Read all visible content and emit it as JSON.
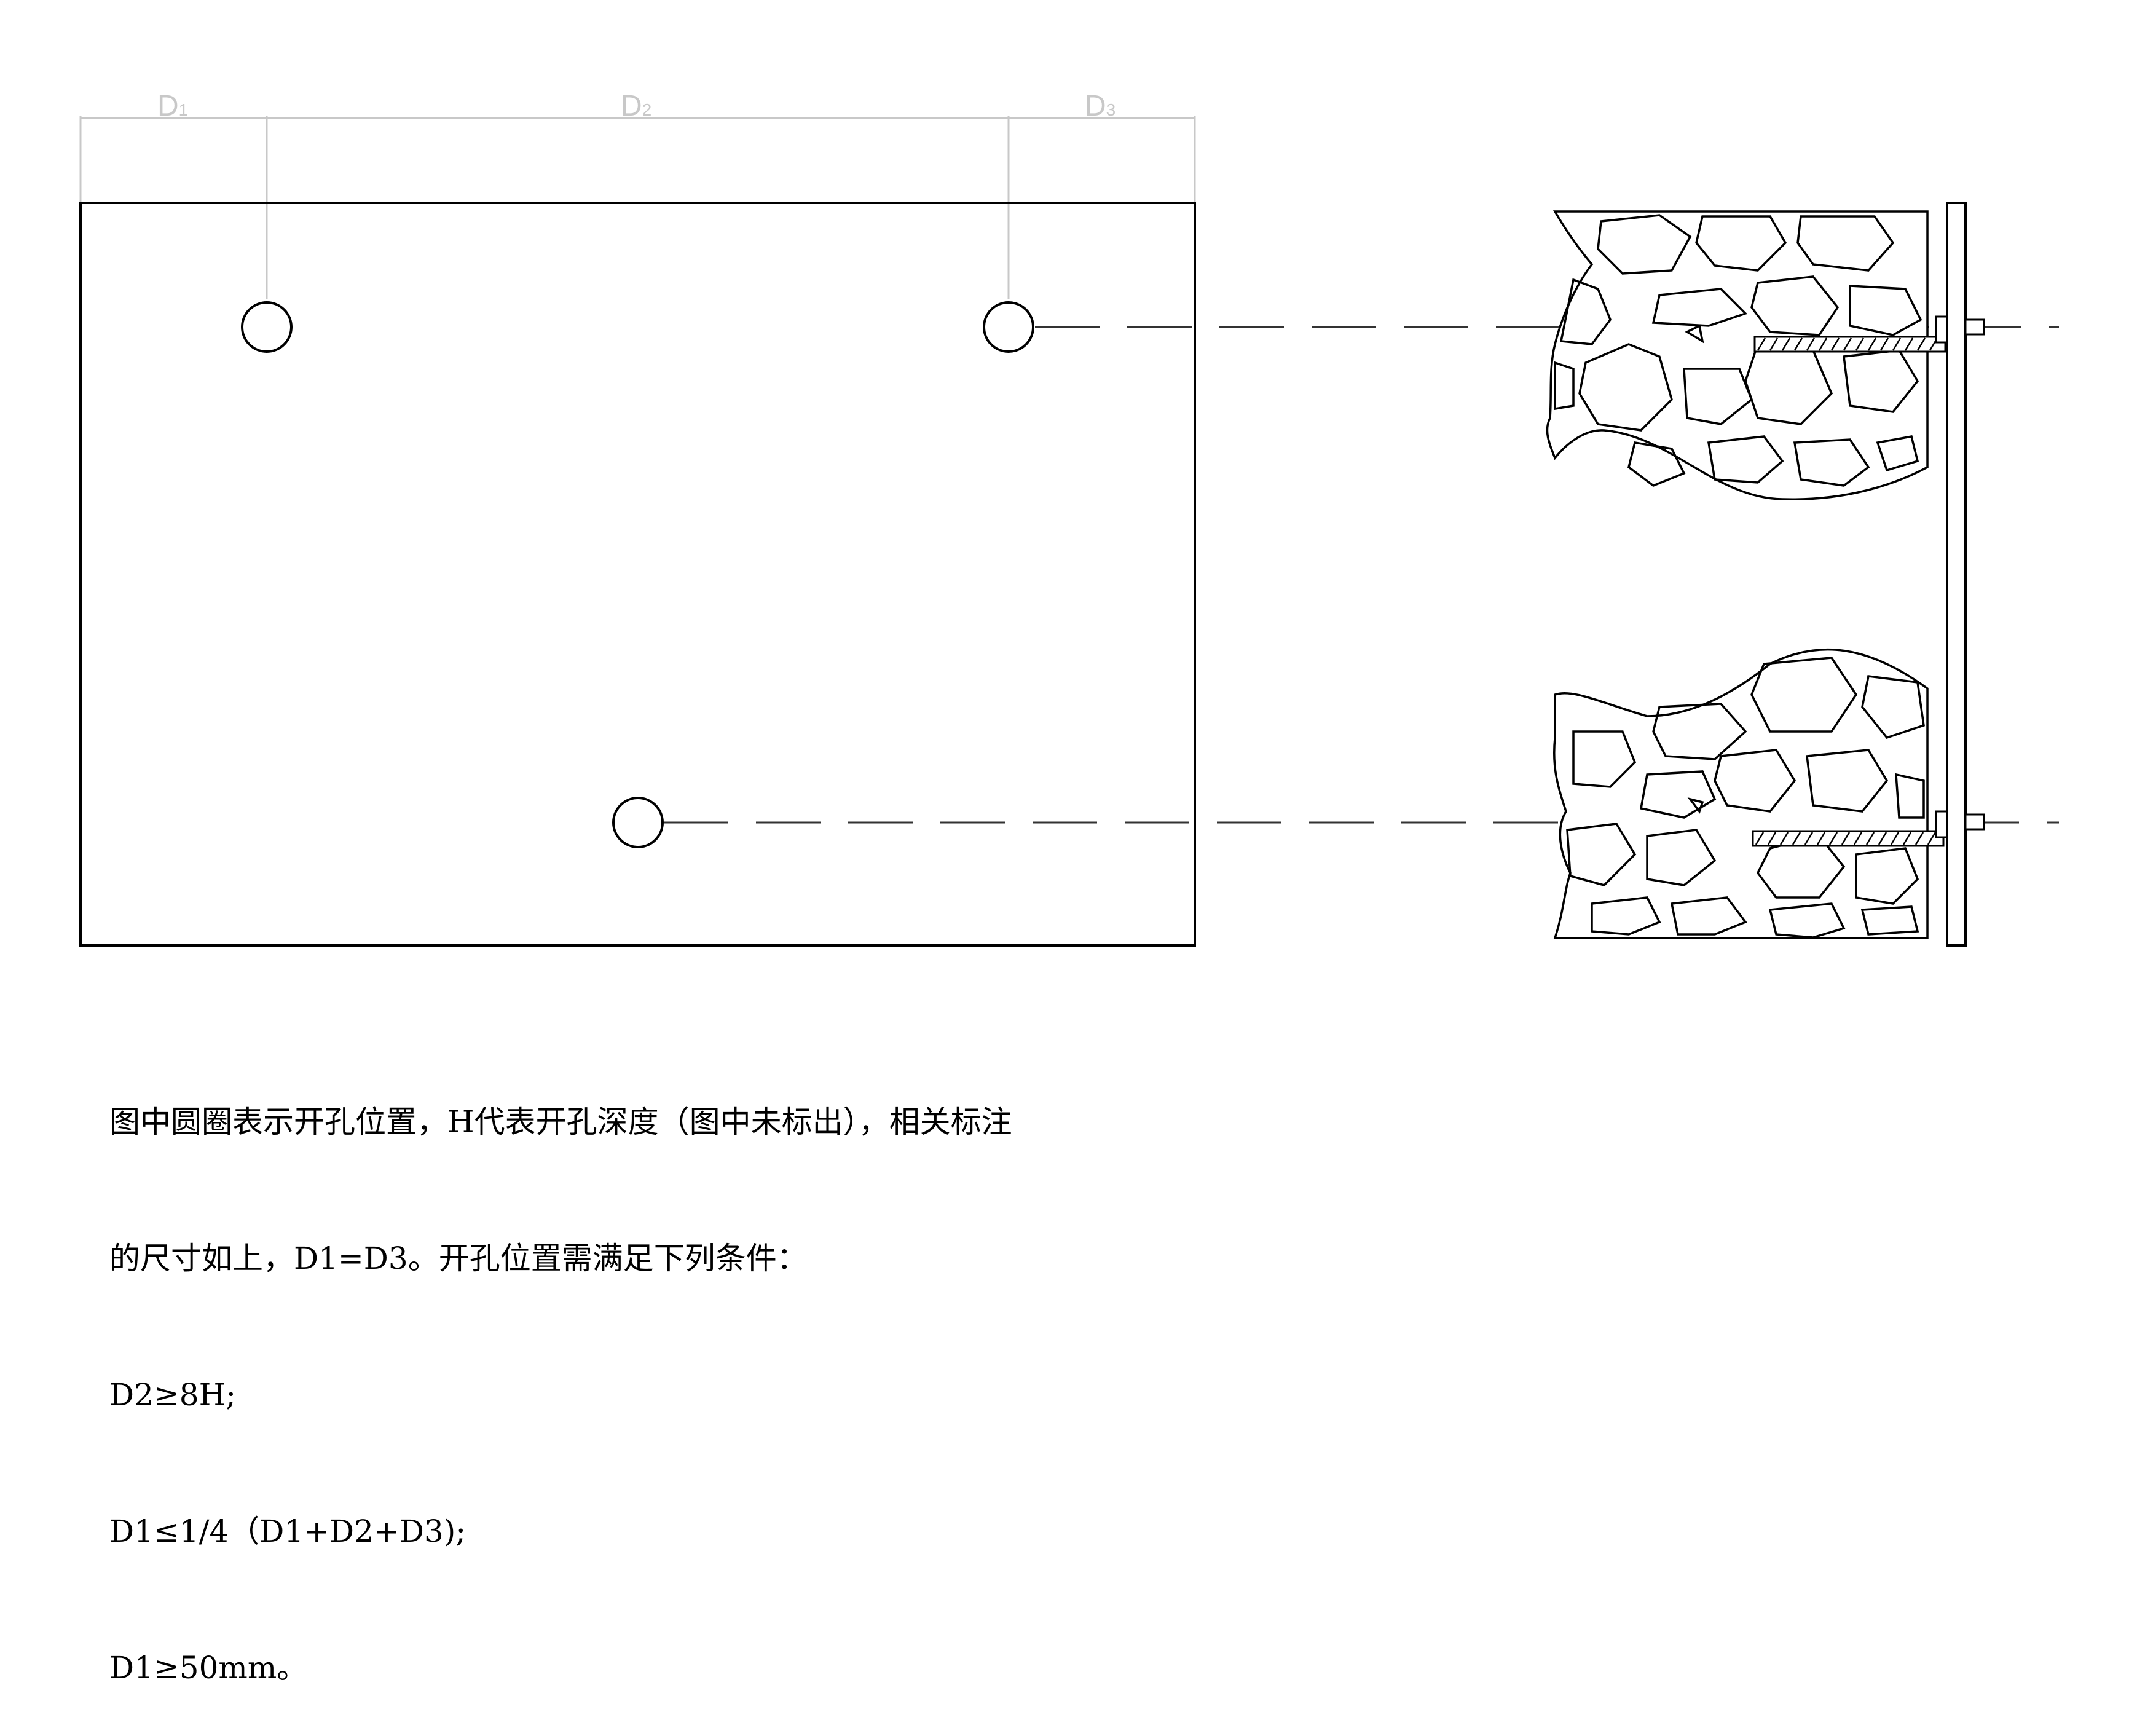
{
  "dimensions": {
    "d1": {
      "main": "D",
      "sub": "1"
    },
    "d2": {
      "main": "D",
      "sub": "2"
    },
    "d3": {
      "main": "D",
      "sub": "3"
    }
  },
  "notes": [
    "图中圆圈表示开孔位置，H代表开孔深度（图中未标出），相关标注",
    "的尺寸如上，D1=D3。开孔位置需满足下列条件：",
    "D2≥8H;",
    "D1≤1/4（D1+D2+D3);",
    "D1≥50mm。"
  ],
  "colors": {
    "line": "#000000",
    "dimension": "#c8c8c8",
    "centerline": "#333333"
  }
}
